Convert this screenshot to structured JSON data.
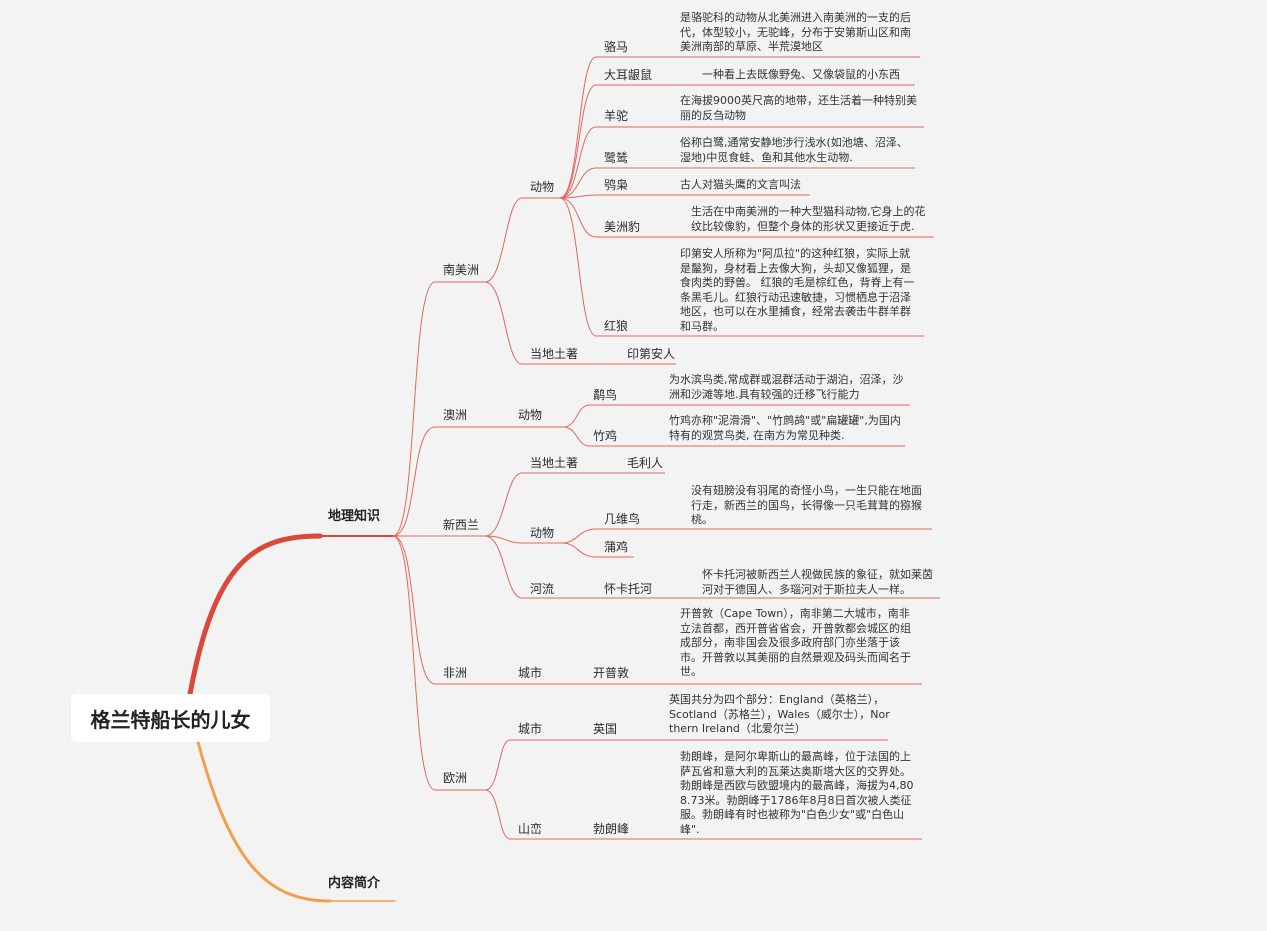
{
  "root": "格兰特船长的儿女",
  "geography": "地理知识",
  "intro": "内容简介",
  "south_america": {
    "label": "南美洲",
    "animals": "动物",
    "llama": "骆马",
    "llama_desc": "是骆驼科的动物从北美洲进入南美洲的一支的后代，体型较小，无驼峰，分布于安第斯山区和南美洲南部的草原、半荒漠地区",
    "chinchilla": "大耳龈鼠",
    "chinchilla_desc": "一种看上去既像野兔、又像袋鼠的小东西",
    "alpaca": "羊驼",
    "alpaca_desc": "在海拔9000英尺高的地带，还生活着一种特别美丽的反刍动物",
    "egret": "鹭鸶",
    "egret_desc": "俗称白鹭,通常安静地涉行浅水(如池塘、沼泽、湿地)中觅食蛙、鱼和其他水生动物.",
    "owl": "鸮枭",
    "owl_desc": "古人对猫头鹰的文言叫法",
    "jaguar": "美洲豹",
    "jaguar_desc": "生活在中南美洲的一种大型猫科动物,它身上的花纹比较像豹，但整个身体的形状又更接近于虎.",
    "maned_wolf": "红狼",
    "maned_wolf_desc": "印第安人所称为\"阿瓜拉\"的这种红狼，实际上就是鬣狗，身材看上去像大狗，头却又像狐狸，是食肉类的野兽。 红狼的毛是棕红色，背脊上有一条黑毛儿。红狼行动迅速敏捷，习惯栖息于沼泽地区，也可以在水里捕食，经常去袭击牛群羊群和马群。",
    "natives": "当地土著",
    "natives_value": "印第安人"
  },
  "australia": {
    "label": "澳洲",
    "animals": "动物",
    "sandpiper": "鹬鸟",
    "sandpiper_desc": "为水滨鸟类,常成群或混群活动于湖泊，沼泽，沙洲和沙滩等地.具有较强的迁移飞行能力",
    "bamboo_partridge": "竹鸡",
    "bamboo_partridge_desc": "竹鸡亦称\"泥滑滑\"、\"竹鹧鸪\"或\"扁罐罐\",为国内特有的观赏鸟类, 在南方为常见种类."
  },
  "new_zealand": {
    "label": "新西兰",
    "natives": "当地土著",
    "natives_value": "毛利人",
    "animals": "动物",
    "kiwi": "几维鸟",
    "kiwi_desc": "没有翅膀没有羽尾的奇怪小鸟，一生只能在地面行走，新西兰的国鸟，长得像一只毛茸茸的猕猴桃。",
    "pukeko": "蒲鸡",
    "rivers": "河流",
    "waikato": "怀卡托河",
    "waikato_desc": "怀卡托河被新西兰人视做民族的象征，就如莱茵河对于德国人、多瑙河对于斯拉夫人一样。"
  },
  "africa": {
    "label": "非洲",
    "city": "城市",
    "cape_town": "开普敦",
    "cape_town_desc": "开普敦（Cape Town），南非第二大城市，南非立法首都，西开普省省会，开普敦都会城区的组成部分，南非国会及很多政府部门亦坐落于该市。开普敦以其美丽的自然景观及码头而闻名于世。"
  },
  "europe": {
    "label": "欧洲",
    "city": "城市",
    "uk": "英国",
    "uk_desc": "英国共分为四个部分：England（英格兰），Scotland（苏格兰），Wales（威尔士），Northern Ireland（北爱尔兰）",
    "mountain": "山峦",
    "mont_blanc": "勃朗峰",
    "mont_blanc_desc": "勃朗峰，是阿尔卑斯山的最高峰，位于法国的上萨瓦省和意大利的瓦莱达奥斯塔大区的交界处。勃朗峰是西欧与欧盟境内的最高峰，海拔为4,808.73米。勃朗峰于1786年8月8日首次被人类征服。勃朗峰有时也被称为\"白色少女\"或\"白色山峰\"."
  },
  "colors": {
    "branch_red": "#d9483b",
    "branch_orange": "#f0a04b",
    "link_red": "#e2675c",
    "background": "#f3f3f3"
  }
}
